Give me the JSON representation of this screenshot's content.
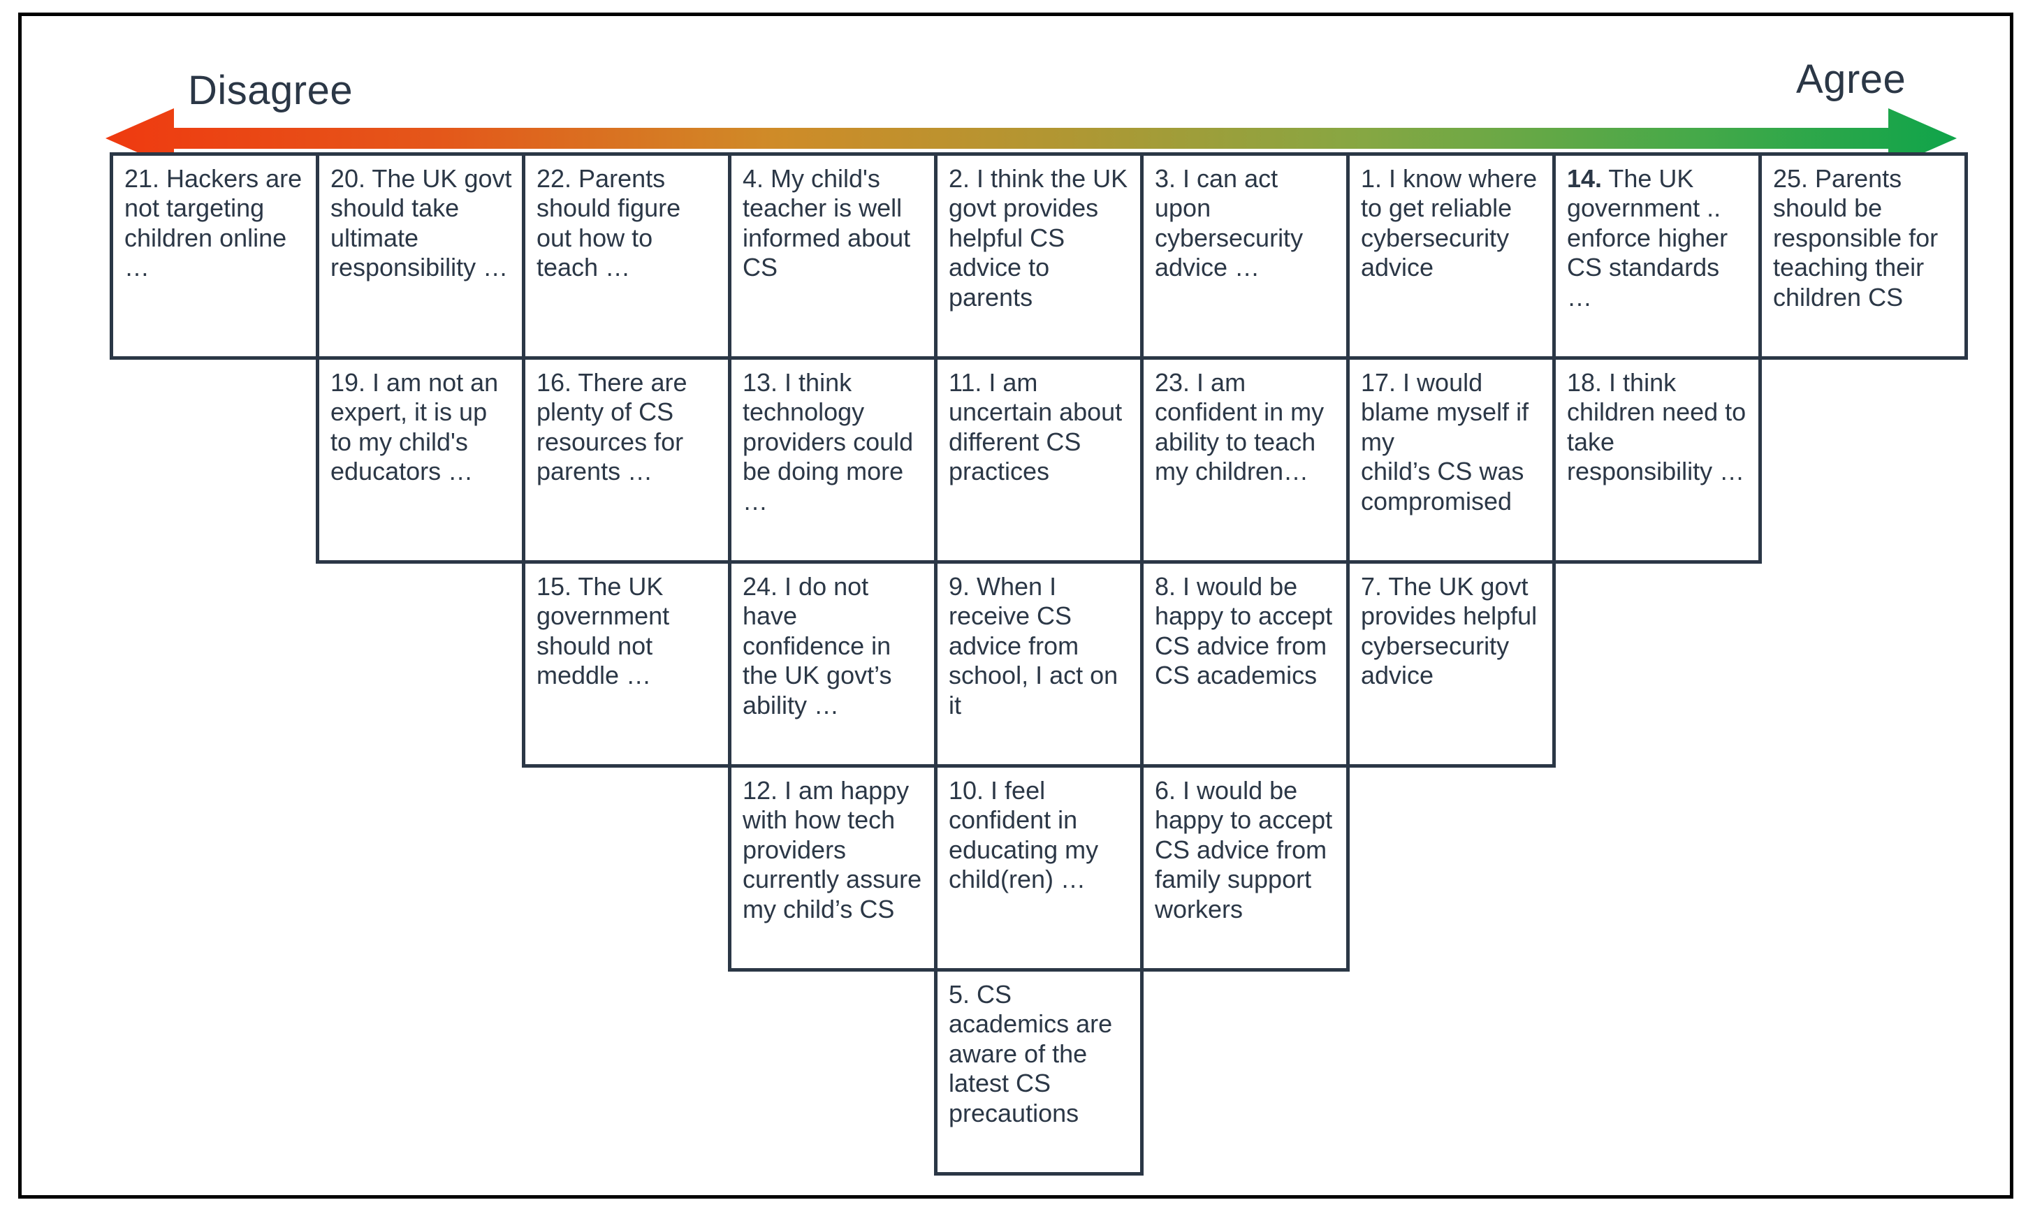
{
  "axis": {
    "left_label": "Disagree",
    "right_label": "Agree",
    "left_arrow_color": "#ef3a10",
    "right_arrow_color": "#0fa44a",
    "gradient": [
      "#ef3a10",
      "#e06a20",
      "#c98f2a",
      "#a89b35",
      "#7da845",
      "#3fa94a",
      "#0fa44a"
    ]
  },
  "theme": {
    "cell_border": "#2b3746",
    "text_color": "#2b3746",
    "frame_border": "#000000",
    "background": "#ffffff"
  },
  "grid": {
    "columns": 9,
    "rows": 5,
    "row_counts": [
      9,
      7,
      5,
      3,
      1
    ],
    "rows_items": [
      [
        {
          "number": "21.",
          "bold_number": false,
          "text": "21. Hackers are not targeting children online …"
        },
        {
          "number": "20.",
          "bold_number": false,
          "text": "20. The UK govt should take ultimate responsibility …"
        },
        {
          "number": "22.",
          "bold_number": false,
          "text": "22. Parents should figure out how to teach …"
        },
        {
          "number": "4.",
          "bold_number": false,
          "text": "4. My child's teacher is well informed about CS"
        },
        {
          "number": "2.",
          "bold_number": false,
          "text": "2. I think the UK govt provides helpful CS advice to parents"
        },
        {
          "number": "3.",
          "bold_number": false,
          "text": "3. I can act upon cybersecurity advice …"
        },
        {
          "number": "1.",
          "bold_number": false,
          "text": "1. I know where to get reliable cybersecurity advice"
        },
        {
          "number": "14.",
          "bold_number": true,
          "text": "14. The UK government .. enforce higher CS standards …"
        },
        {
          "number": "25.",
          "bold_number": false,
          "text": "25. Parents should be responsible for teaching their children CS"
        }
      ],
      [
        {
          "number": "19.",
          "bold_number": false,
          "text": "19. I am not an expert, it is up to my child's educators …"
        },
        {
          "number": "16.",
          "bold_number": false,
          "text": "16. There are plenty of CS resources for parents …"
        },
        {
          "number": "13.",
          "bold_number": false,
          "text": "13. I think technology providers could be doing more …"
        },
        {
          "number": "11.",
          "bold_number": false,
          "text": "11.  I am uncertain about different CS practices"
        },
        {
          "number": "23.",
          "bold_number": false,
          "text": "23. I am confident in my ability to teach my children…"
        },
        {
          "number": "17.",
          "bold_number": false,
          "text": "17. I would blame myself if my\nchild’s CS was compromised"
        },
        {
          "number": "18.",
          "bold_number": false,
          "text": "18. I think children need to take responsibility …"
        }
      ],
      [
        {
          "number": "15.",
          "bold_number": false,
          "text": "15. The UK government should not meddle …"
        },
        {
          "number": "24.",
          "bold_number": false,
          "text": "24. I do not have confidence in the UK govt’s ability …"
        },
        {
          "number": "9.",
          "bold_number": false,
          "text": "9. When I receive CS advice from school, I act on it"
        },
        {
          "number": "8.",
          "bold_number": false,
          "text": "8. I would be happy to accept CS advice from CS academics"
        },
        {
          "number": "7.",
          "bold_number": false,
          "text": "7. The UK govt provides helpful cybersecurity advice"
        }
      ],
      [
        {
          "number": "12.",
          "bold_number": false,
          "text": "12. I am happy with how tech providers currently assure my child’s CS"
        },
        {
          "number": "10.",
          "bold_number": false,
          "text": "10. I feel confident in educating my child(ren) …"
        },
        {
          "number": "6.",
          "bold_number": false,
          "text": "6. I would be happy to accept CS advice from family support workers"
        }
      ],
      [
        {
          "number": "5.",
          "bold_number": false,
          "text": "5. CS academics are aware of the latest CS precautions"
        }
      ]
    ]
  }
}
